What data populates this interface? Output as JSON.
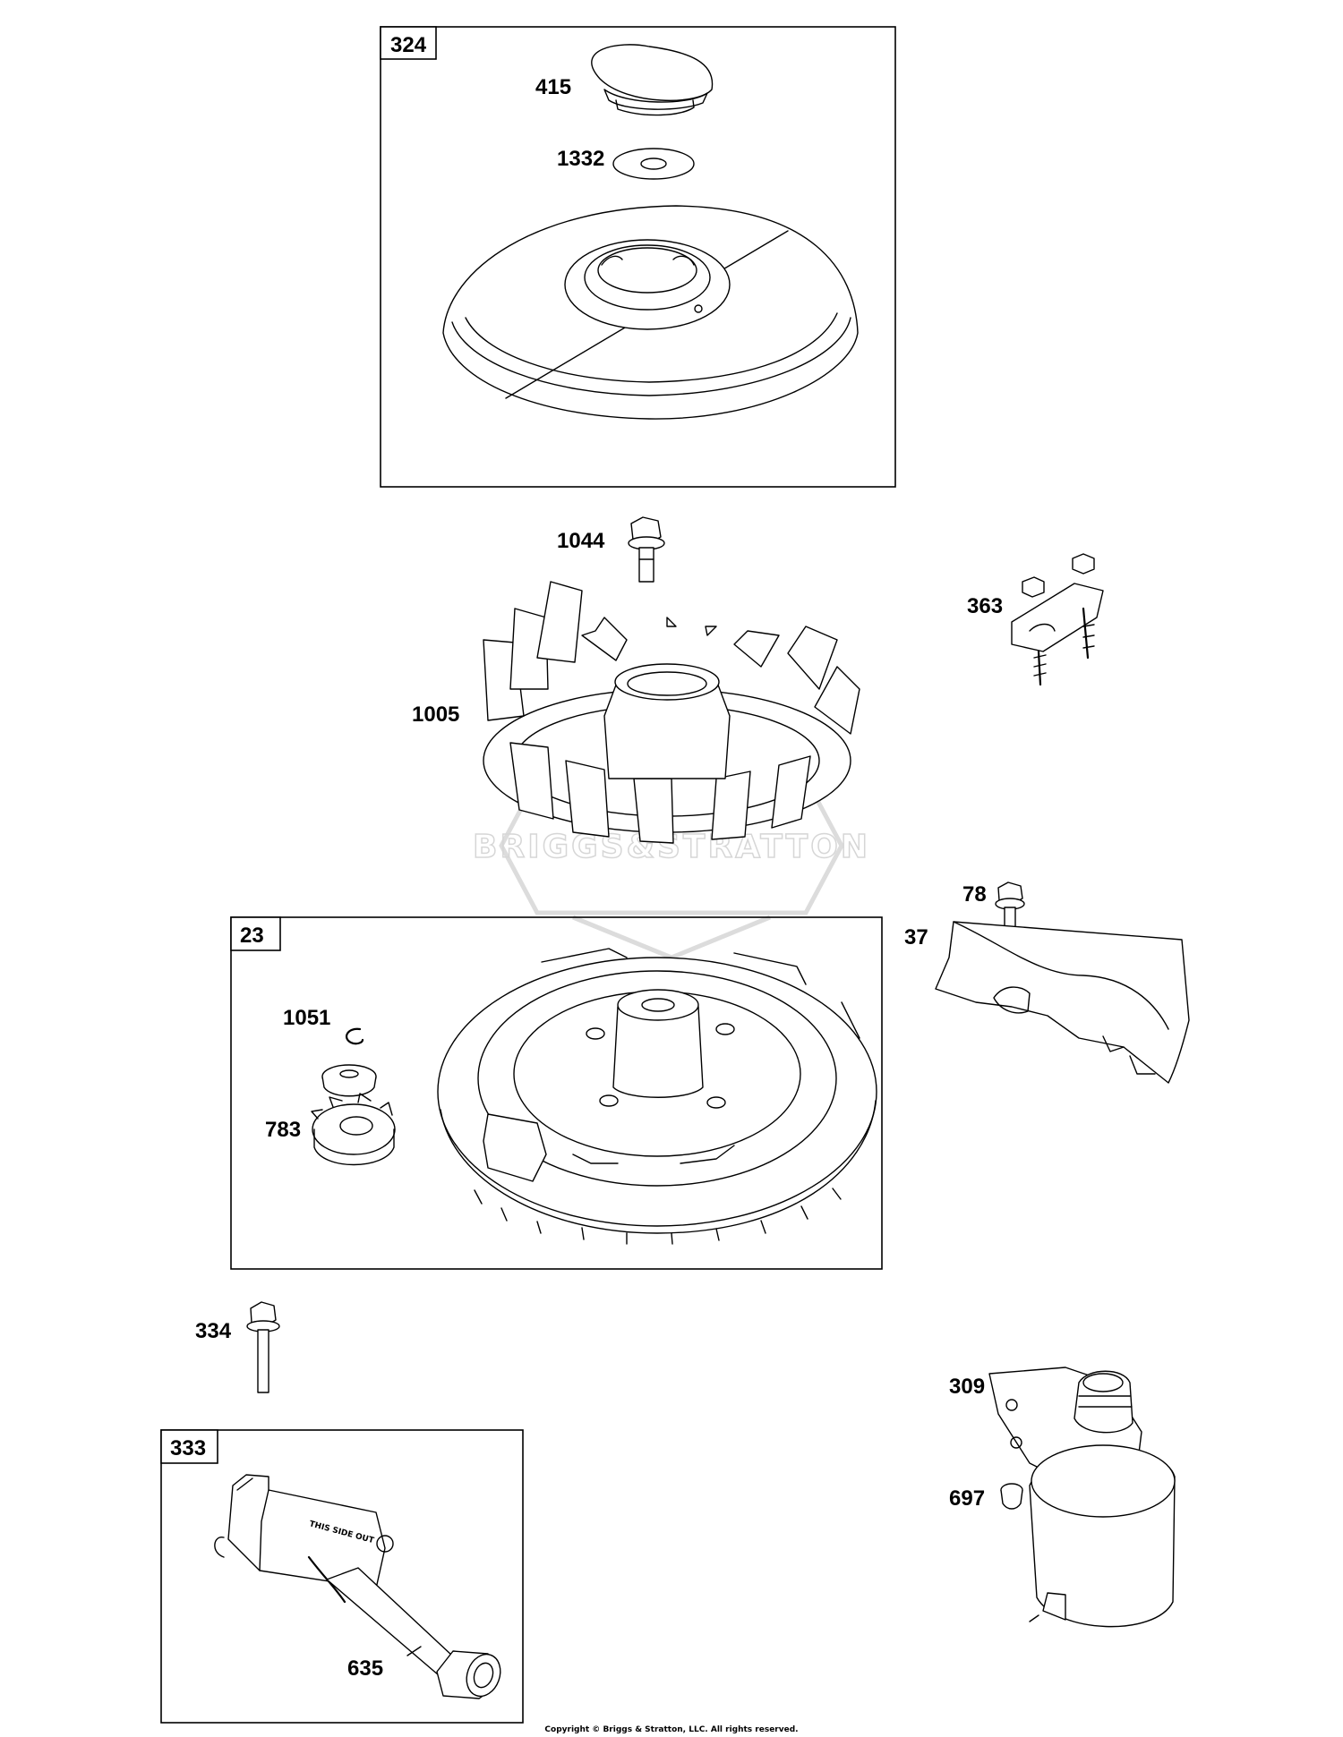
{
  "watermark": {
    "text": "BRIGGS&STRATTON"
  },
  "copyright": "Copyright © Briggs & Stratton, LLC. All rights reserved.",
  "boxes": {
    "b324": "324",
    "b23": "23",
    "b333": "333"
  },
  "labels": {
    "p415": "415",
    "p1332": "1332",
    "p1044": "1044",
    "p363": "363",
    "p1005": "1005",
    "p78": "78",
    "p37": "37",
    "p1051": "1051",
    "p783": "783",
    "p334": "334",
    "p309": "309",
    "p697": "697",
    "p635": "635"
  },
  "part_text": {
    "coil_print": "THIS SIDE OUT"
  }
}
